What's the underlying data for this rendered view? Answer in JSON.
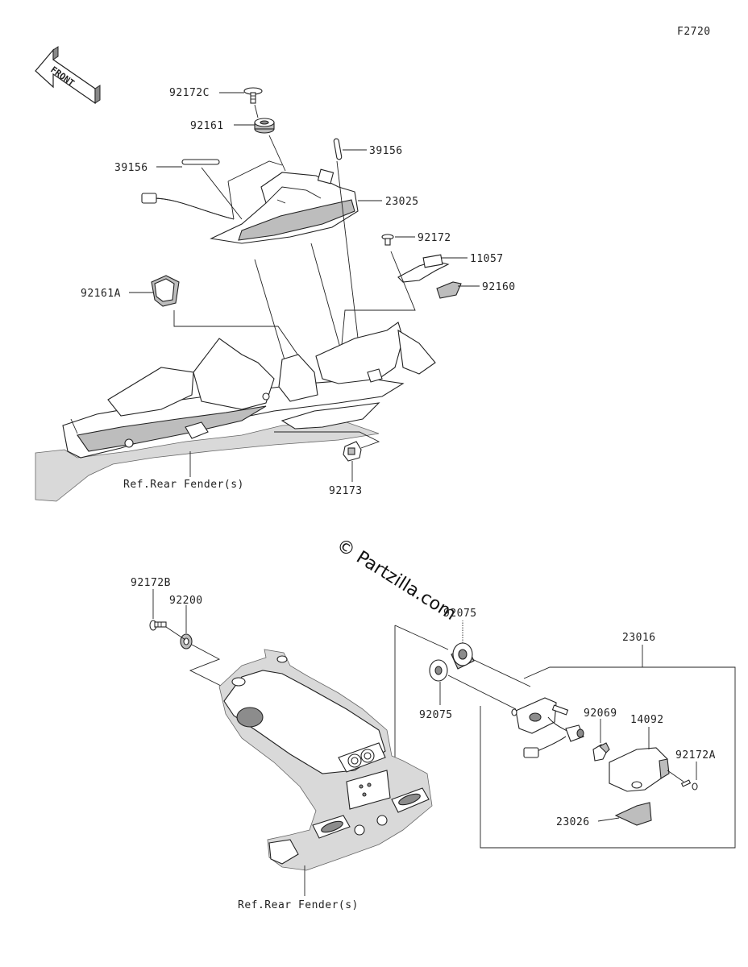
{
  "diagram": {
    "code": "F2720",
    "front_label": "FRONT",
    "watermark": "© Partzilla.com",
    "ref_labels": [
      "Ref.Rear Fender(s)",
      "Ref.Rear Fender(s)"
    ],
    "parts": [
      {
        "id": "92172C",
        "label": "92172C"
      },
      {
        "id": "92161",
        "label": "92161"
      },
      {
        "id": "39156-right",
        "label": "39156"
      },
      {
        "id": "39156-left",
        "label": "39156"
      },
      {
        "id": "23025",
        "label": "23025"
      },
      {
        "id": "92172",
        "label": "92172"
      },
      {
        "id": "11057",
        "label": "11057"
      },
      {
        "id": "92160",
        "label": "92160"
      },
      {
        "id": "92161A",
        "label": "92161A"
      },
      {
        "id": "92173",
        "label": "92173"
      },
      {
        "id": "92172B",
        "label": "92172B"
      },
      {
        "id": "92200",
        "label": "92200"
      },
      {
        "id": "92075-top",
        "label": "92075"
      },
      {
        "id": "92075-bottom",
        "label": "92075"
      },
      {
        "id": "23016",
        "label": "23016"
      },
      {
        "id": "92069",
        "label": "92069"
      },
      {
        "id": "14092",
        "label": "14092"
      },
      {
        "id": "92172A",
        "label": "92172A"
      },
      {
        "id": "23026",
        "label": "23026"
      }
    ]
  }
}
